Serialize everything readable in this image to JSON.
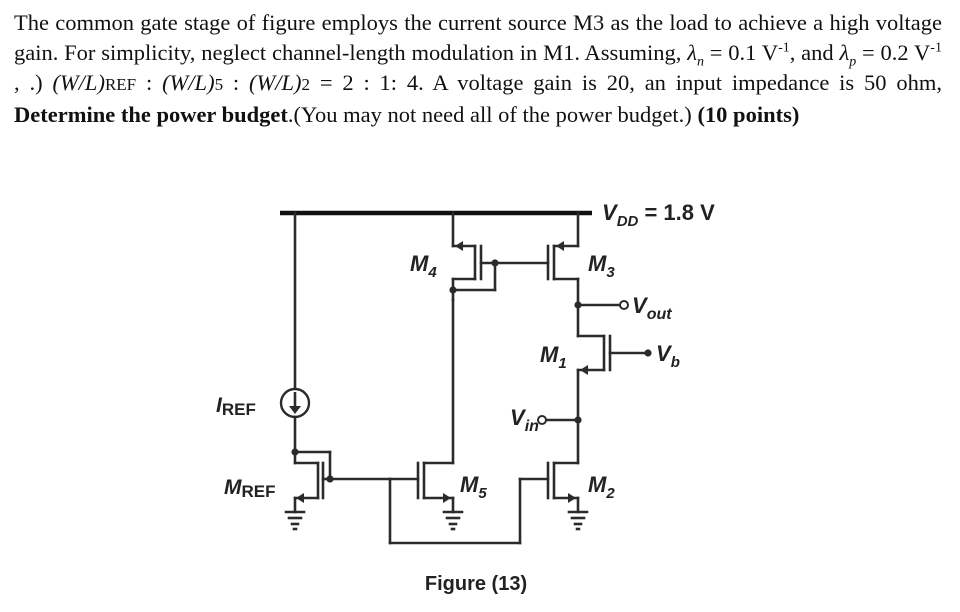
{
  "problem": {
    "p1": "The common gate stage of figure employs the current source M3 as the load to achieve a high voltage gain. For simplicity, neglect channel-length modulation in M1. Assuming, ",
    "lambda_n_sym": "λ",
    "lambda_n_sub": "n",
    "lambda_n_val": " = 0.1 V",
    "lambda_n_exp": "-1",
    "p2": ", and ",
    "lambda_p_sym": "λ",
    "lambda_p_sub": "p",
    "lambda_p_val": " = 0.2 V",
    "lambda_p_exp": "-1",
    "p3": " , .) ",
    "wl_a": "(W/L)",
    "wl_a_sub": "REF",
    "sep1": " : ",
    "wl_b": "(W/L)",
    "wl_b_sub": "5",
    "sep2": " : ",
    "wl_c": "(W/L)",
    "wl_c_sub": "2",
    "ratio": " = 2 : 1: 4. A voltage gain is 20, an input impedance is 50 ohm, ",
    "bold1": "Determine the power budget",
    "p4": ".(You may not need all of the power budget.) ",
    "points": "(10 points)"
  },
  "figure": {
    "vdd_label": "V",
    "vdd_sub": "DD",
    "vdd_value": " = 1.8 V",
    "m4": "M",
    "m4_sub": "4",
    "m3": "M",
    "m3_sub": "3",
    "vout": "V",
    "vout_sub": "out",
    "m1": "M",
    "m1_sub": "1",
    "vb": "V",
    "vb_sub": "b",
    "iref": "I",
    "iref_sub": "REF",
    "vin": "V",
    "vin_sub": "in",
    "mref": "M",
    "mref_sub": "REF",
    "m5": "M",
    "m5_sub": "5",
    "m2": "M",
    "m2_sub": "2",
    "caption": "Figure (13)"
  }
}
